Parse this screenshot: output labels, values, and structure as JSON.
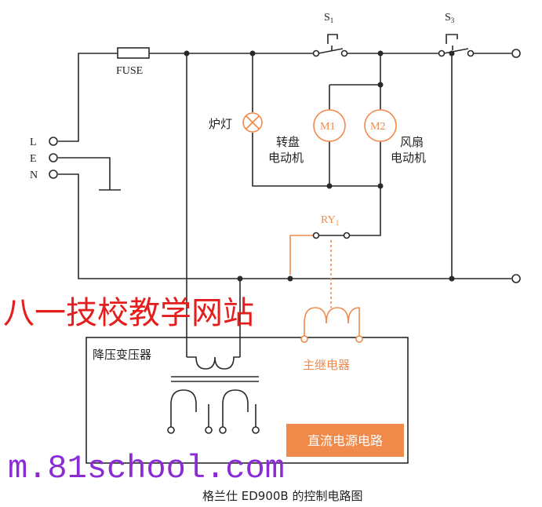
{
  "terminals": {
    "L": "L",
    "E": "E",
    "N": "N"
  },
  "fuse_label": "FUSE",
  "switch_s1": {
    "base": "S",
    "sub": "1"
  },
  "switch_s3": {
    "base": "S",
    "sub": "3"
  },
  "lamp_label": "炉灯",
  "motor_m1": "M1",
  "motor_m2": "M2",
  "turntable_motor": [
    "转盘",
    "电动机"
  ],
  "fan_motor": [
    "风扇",
    "电动机"
  ],
  "relay_contact": {
    "base": "RY",
    "sub": "1"
  },
  "transformer_label": "降压变压器",
  "main_relay_label": "主继电器",
  "dc_supply_label": "直流电源电路",
  "caption": "格兰仕 ED900B 的控制电路图",
  "watermark_cn": "八一技校教学网站",
  "watermark_url": "m.81school.com",
  "colors": {
    "wire": "#2a2a2a",
    "accent": "#f08a4b",
    "watermark_red": "#e41d1d",
    "watermark_purple": "#8a2bd6"
  }
}
